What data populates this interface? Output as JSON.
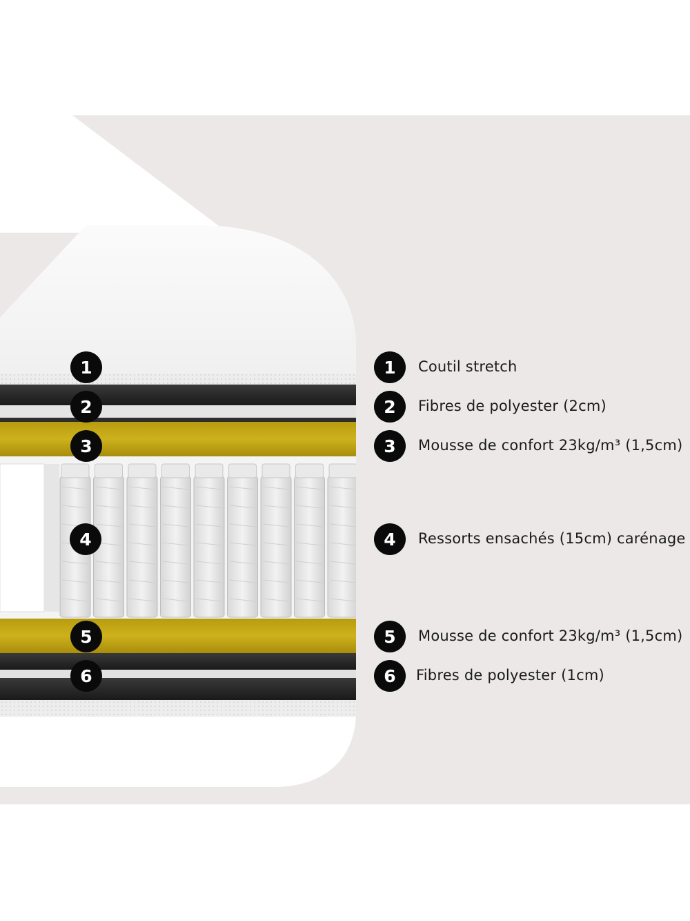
{
  "colors": {
    "panel": "#ece8e8",
    "badge": "#0a0a0a",
    "foam": "#c9ad16",
    "fabric": "#f3f3f3",
    "fiber_dark": "#2a2a2a"
  },
  "layers": [
    {
      "number": "1",
      "label": "Coutil stretch"
    },
    {
      "number": "2",
      "label": "Fibres de polyester (2cm)"
    },
    {
      "number": "3",
      "label": "Mousse de confort 23kg/m³ (1,5cm)"
    },
    {
      "number": "4",
      "label": "Ressorts ensachés (15cm) carénage"
    },
    {
      "number": "5",
      "label": "Mousse de confort 23kg/m³ (1,5cm)"
    },
    {
      "number": "6",
      "label": "Fibres de polyester (1cm)"
    }
  ]
}
